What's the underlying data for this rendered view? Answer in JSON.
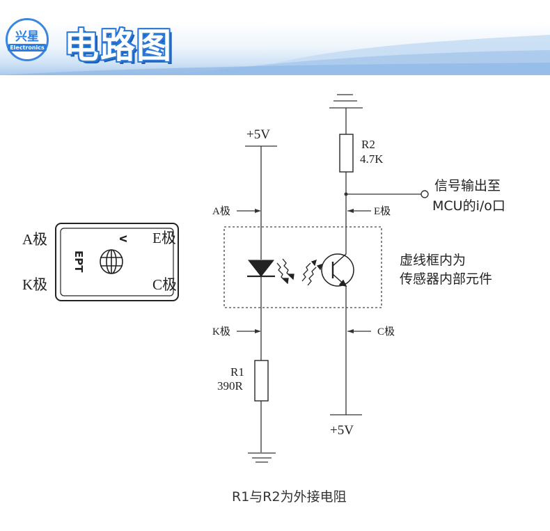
{
  "header": {
    "title": "电路图",
    "logo_cn": "兴星",
    "logo_en": "Electronics"
  },
  "component": {
    "pin_a": "A极",
    "pin_e": "E极",
    "pin_k": "K极",
    "pin_c": "C极",
    "marking": "EPT",
    "marking_v": "V"
  },
  "circuit": {
    "vcc_left": "+5V",
    "vcc_bottom": "+5V",
    "label_a": "A极",
    "label_e": "E极",
    "label_k": "K极",
    "label_c": "C极",
    "r1_name": "R1",
    "r1_value": "390R",
    "r2_name": "R2",
    "r2_value": "4.7K",
    "signal_line1": "信号输出至",
    "signal_line2": "MCU的i/o口",
    "box_line1": "虚线框内为",
    "box_line2": "传感器内部元件"
  },
  "footer": {
    "note": "R1与R2为外接电阻"
  },
  "colors": {
    "title_blue": "#2b78d6",
    "line": "#333333"
  }
}
